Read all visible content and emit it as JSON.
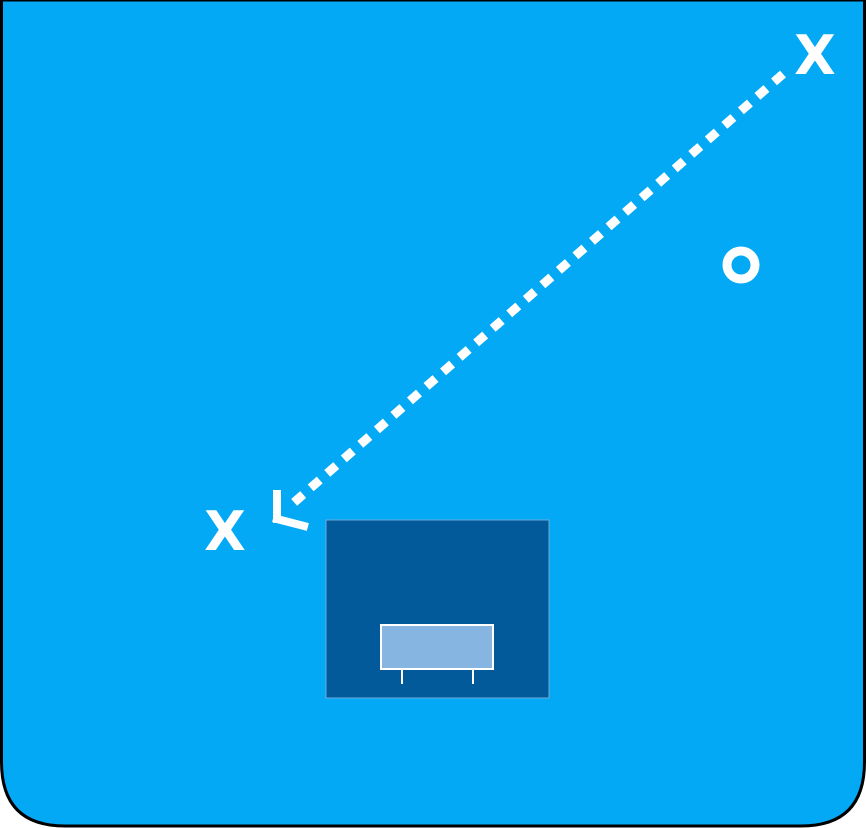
{
  "court": {
    "background_color": "#03A9F4",
    "border_color": "#000000",
    "key_color": "#025A9A",
    "backboard_color": "#85B5E0",
    "line_color": "#FFFFFF"
  },
  "players": [
    {
      "label": "X",
      "team": "offense",
      "role": "passer",
      "icon": "x-marker-icon"
    },
    {
      "label": "X",
      "team": "offense",
      "role": "receiver",
      "icon": "x-marker-icon"
    },
    {
      "label": "O",
      "team": "defense",
      "role": "defender",
      "icon": "o-marker-icon"
    }
  ],
  "actions": [
    {
      "type": "pass",
      "style": "dotted",
      "from": "passer",
      "to": "receiver",
      "icon": "arrow-head-icon"
    }
  ]
}
